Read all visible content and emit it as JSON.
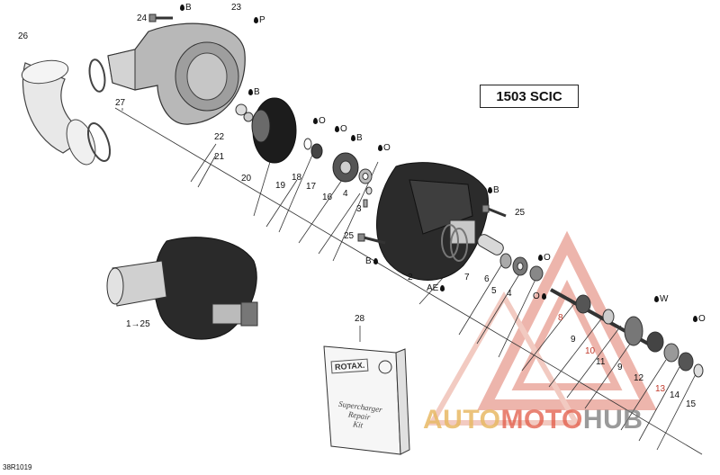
{
  "diagram": {
    "model_label": "1503 SCIC",
    "reference_code": "38R1019",
    "watermark": {
      "part1": "AUTO",
      "part2": "MOTO",
      "part3": "HUB"
    },
    "kit": {
      "brand": "ROTAX.",
      "title": "Supercharger\nRepair\nKit"
    },
    "callouts": [
      {
        "id": "c24",
        "text": "24"
      },
      {
        "id": "c23",
        "text": "23"
      },
      {
        "id": "c26",
        "text": "26"
      },
      {
        "id": "c27",
        "text": "27"
      },
      {
        "id": "c22",
        "text": "22"
      },
      {
        "id": "c21",
        "text": "21"
      },
      {
        "id": "c20",
        "text": "20"
      },
      {
        "id": "c19",
        "text": "19"
      },
      {
        "id": "c18",
        "text": "18"
      },
      {
        "id": "c17",
        "text": "17"
      },
      {
        "id": "c16",
        "text": "16"
      },
      {
        "id": "c4a",
        "text": "4"
      },
      {
        "id": "c3",
        "text": "3"
      },
      {
        "id": "c25a",
        "text": "25"
      },
      {
        "id": "c25b",
        "text": "25"
      },
      {
        "id": "c2",
        "text": "2"
      },
      {
        "id": "c7",
        "text": "7"
      },
      {
        "id": "c6",
        "text": "6"
      },
      {
        "id": "c5",
        "text": "5"
      },
      {
        "id": "c4b",
        "text": "4"
      },
      {
        "id": "c8",
        "text": "8"
      },
      {
        "id": "c9a",
        "text": "9"
      },
      {
        "id": "c10",
        "text": "10"
      },
      {
        "id": "c11",
        "text": "11"
      },
      {
        "id": "c9b",
        "text": "9"
      },
      {
        "id": "c12",
        "text": "12"
      },
      {
        "id": "c13",
        "text": "13"
      },
      {
        "id": "c14",
        "text": "14"
      },
      {
        "id": "c15",
        "text": "15"
      },
      {
        "id": "c28",
        "text": "28"
      },
      {
        "id": "c1",
        "text": "1→25"
      }
    ],
    "notes": [
      {
        "id": "nB1",
        "text": "B"
      },
      {
        "id": "nP",
        "text": "P"
      },
      {
        "id": "nB2",
        "text": "B"
      },
      {
        "id": "nO1",
        "text": "O"
      },
      {
        "id": "nO2",
        "text": "O"
      },
      {
        "id": "nB3",
        "text": "B"
      },
      {
        "id": "nO3",
        "text": "O"
      },
      {
        "id": "nB4",
        "text": "B"
      },
      {
        "id": "nB5",
        "text": "B"
      },
      {
        "id": "nAE",
        "text": "AE"
      },
      {
        "id": "nO4",
        "text": "O"
      },
      {
        "id": "nO5",
        "text": "O"
      },
      {
        "id": "nW",
        "text": "W"
      },
      {
        "id": "nO6",
        "text": "O"
      }
    ]
  }
}
